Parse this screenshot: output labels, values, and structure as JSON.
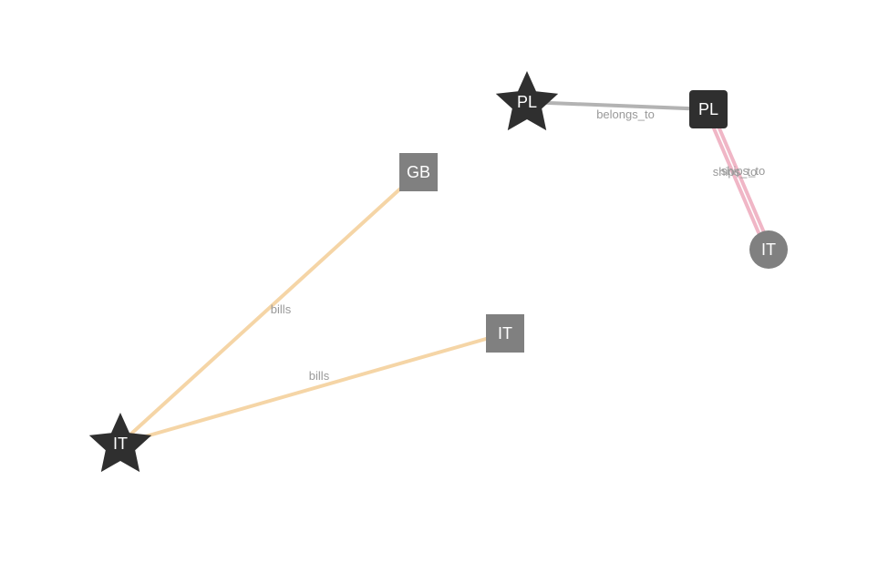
{
  "colors": {
    "background": "#ffffff",
    "node_dark": "#2f2f2f",
    "node_gray": "#808080",
    "edge_gray": "#b3b3b3",
    "edge_pink": "#f0b6c6",
    "edge_orange": "#f5d5a6",
    "edge_label": "#999999"
  },
  "graph": {
    "nodes": [
      {
        "id": "n1",
        "label": "PL",
        "shape": "star",
        "tone": "dark"
      },
      {
        "id": "n2",
        "label": "PL",
        "shape": "rounded-square",
        "tone": "dark"
      },
      {
        "id": "n3",
        "label": "GB",
        "shape": "square",
        "tone": "gray"
      },
      {
        "id": "n4",
        "label": "IT",
        "shape": "circle",
        "tone": "gray"
      },
      {
        "id": "n5",
        "label": "IT",
        "shape": "square",
        "tone": "gray"
      },
      {
        "id": "n6",
        "label": "IT",
        "shape": "star",
        "tone": "dark"
      }
    ],
    "edges": [
      {
        "from": "n1",
        "to": "n2",
        "label": "belongs_to",
        "color": "gray"
      },
      {
        "from": "n2",
        "to": "n4",
        "label": "ships_to",
        "color": "pink"
      },
      {
        "from": "n2",
        "to": "n4",
        "label": "ships_to",
        "color": "pink"
      },
      {
        "from": "n6",
        "to": "n3",
        "label": "bills",
        "color": "orange"
      },
      {
        "from": "n6",
        "to": "n5",
        "label": "bills",
        "color": "orange"
      }
    ]
  }
}
